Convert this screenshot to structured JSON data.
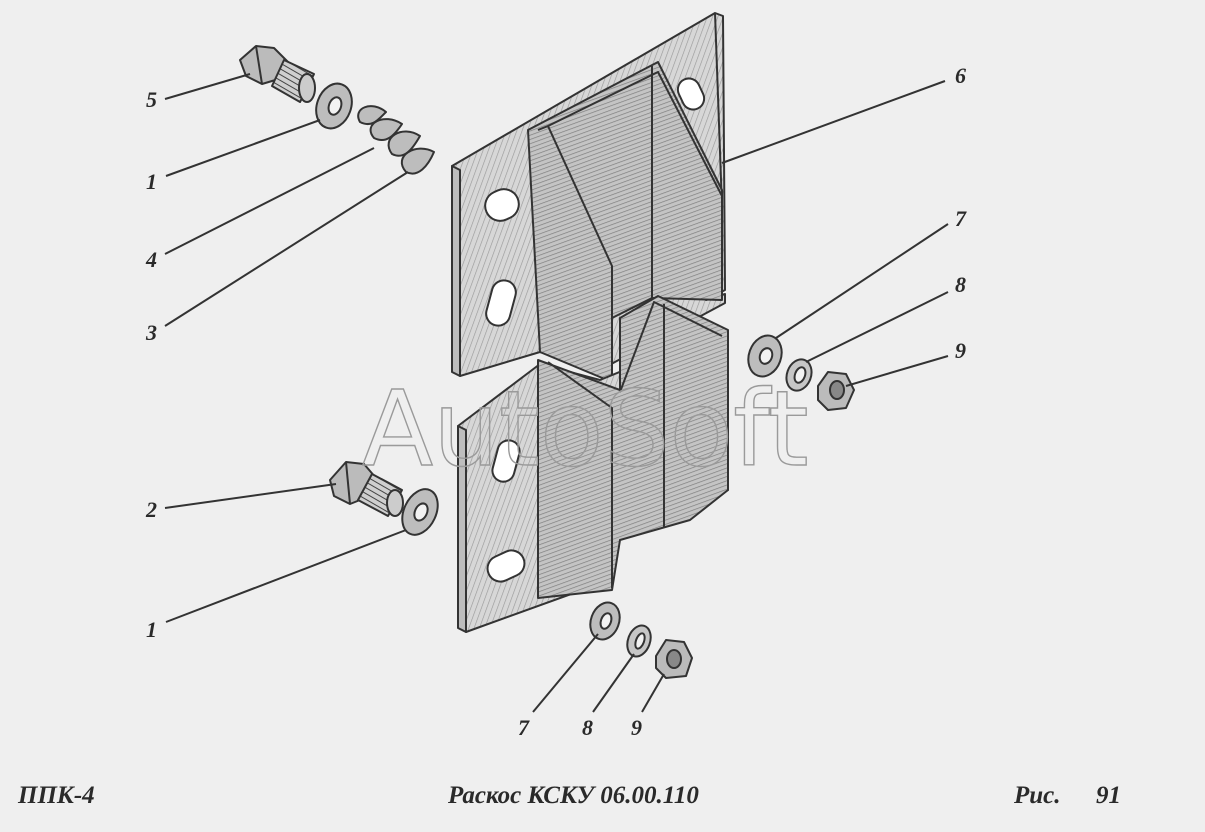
{
  "footer": {
    "model": "ППК-4",
    "title": "Раскос КСКУ 06.00.110",
    "figure_label": "Рис.",
    "figure_number": "91"
  },
  "watermark": "AutoSoft",
  "callouts": {
    "c5": "5",
    "c1_top": "1",
    "c4": "4",
    "c3": "3",
    "c6": "6",
    "c7_right": "7",
    "c8_right": "8",
    "c9_right": "9",
    "c2": "2",
    "c1_bottom": "1",
    "c7_bottom": "7",
    "c8_bottom": "8",
    "c9_bottom": "9"
  },
  "colors": {
    "background": "#efefef",
    "line": "#333333",
    "shade": "#b8b8b8"
  }
}
